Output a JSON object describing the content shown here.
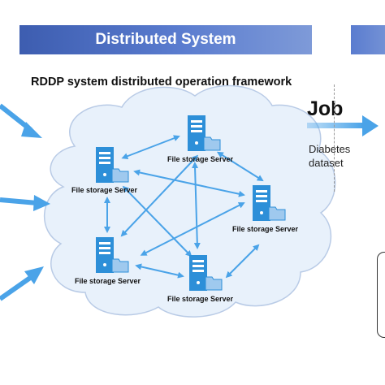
{
  "header": {
    "title": "Distributed System"
  },
  "framework_title": "RDDP system distributed operation framework",
  "job": {
    "label": "Job",
    "dataset": "Diabetes dataset"
  },
  "servers": [
    {
      "label": "File storage Server"
    },
    {
      "label": "File storage Server"
    },
    {
      "label": "File storage Server"
    },
    {
      "label": "File storage Server"
    },
    {
      "label": "File storage Server"
    }
  ],
  "colors": {
    "banner": "#4a6bc2",
    "arrow": "#4aa3e8",
    "server": "#2d8fd8",
    "cloud_fill": "#e8f1fb",
    "cloud_stroke": "#b9cbe6"
  },
  "icons": {
    "server": "server-tower-icon",
    "folder": "folder-icon"
  }
}
